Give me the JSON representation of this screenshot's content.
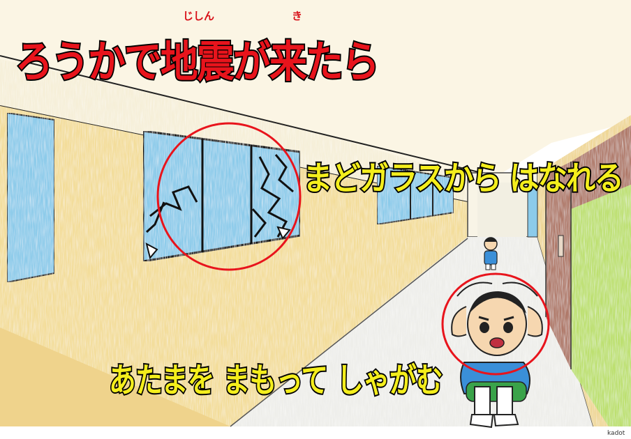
{
  "title": {
    "text": "ろうかで地震が来たら",
    "ruby_jishin": "じしん",
    "ruby_ki": "き"
  },
  "captions": {
    "window_warning": "まどガラスから はなれる",
    "protect_head": "あたまを まもって しゃがむ"
  },
  "credit": "kadot",
  "colors": {
    "title_red": "#e8141c",
    "caption_yellow": "#f4ee1c",
    "highlight_circle": "#e8141c",
    "window_blue": "#8ccbea",
    "wall_yellow": "#f3dd9a",
    "floor": "#eeeeea",
    "door_brown": "#b07a6a",
    "wall_green": "#bde070"
  },
  "icons": {
    "broken_glass": "cracked-window-icon",
    "child": "crouching-child-icon"
  }
}
